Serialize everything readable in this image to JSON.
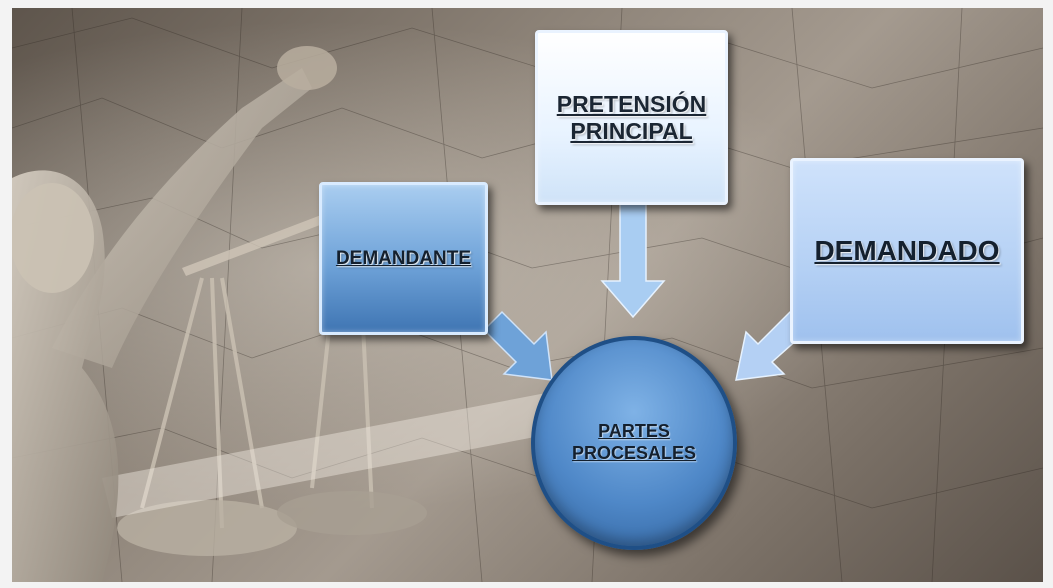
{
  "diagram": {
    "nodes": {
      "pretension": "PRETENSIÓN PRINCIPAL",
      "demandante": "DEMANDANTE",
      "demandado": "DEMANDADO",
      "partes": "PARTES PROCESALES"
    },
    "edges": [
      {
        "from": "pretension",
        "to": "partes"
      },
      {
        "from": "demandante",
        "to": "partes"
      },
      {
        "from": "demandado",
        "to": "partes"
      }
    ],
    "background_image": "lady-justice-scales"
  },
  "colors": {
    "box_light": "#e8f3ff",
    "box_medium": "#6ea2d8",
    "box_pale": "#b4d0f4",
    "circle": "#4f88c8",
    "arrow": "#a9cdf2"
  }
}
